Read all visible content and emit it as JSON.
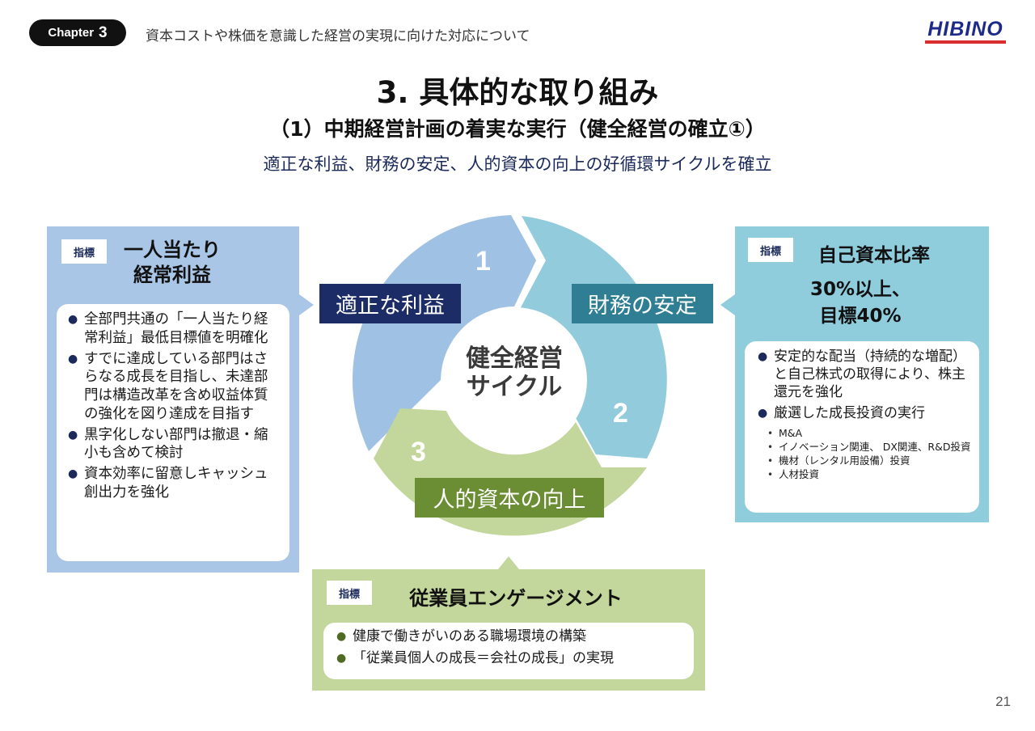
{
  "header": {
    "chapter_word": "Chapter",
    "chapter_number": "3",
    "section_text": "資本コストや株価を意識した経営の実現に向けた対応について",
    "logo": "HIBINO"
  },
  "title": "3.  具体的な取り組み",
  "subtitle": "（1）中期経営計画の着実な実行（健全経営の確立①）",
  "tagline": "適正な利益、財務の安定、人的資本の向上の好循環サイクルを確立",
  "cycle": {
    "center_line1": "健全経営",
    "center_line2": "サイクル",
    "segments": [
      {
        "number": "1",
        "label": "適正な利益"
      },
      {
        "number": "2",
        "label": "財務の安定"
      },
      {
        "number": "3",
        "label": "人的資本の向上"
      }
    ]
  },
  "left_panel": {
    "badge": "指標",
    "title_line1": "一人当たり",
    "title_line2": "経常利益",
    "bullets": [
      "全部門共通の「一人当たり経常利益」最低目標値を明確化",
      "すでに達成している部門はさらなる成長を目指し、未達部門は構造改革を含め収益体質の強化を図り達成を目指す",
      "黒字化しない部門は撤退・縮小も含めて検討",
      "資本効率に留意しキャッシュ創出力を強化"
    ]
  },
  "right_panel": {
    "badge": "指標",
    "title": "自己資本比率",
    "target_line1": "30%以上、",
    "target_line2": "目標40%",
    "bullets": [
      "安定的な配当（持続的な増配）と自己株式の取得により、株主還元を強化",
      "厳選した成長投資の実行"
    ],
    "sub_bullets": [
      "M&A",
      "イノベーション関連、 DX関連、R&D投資",
      "機材（レンタル用設備）投資",
      "人材投資"
    ]
  },
  "bottom_panel": {
    "badge": "指標",
    "title": "従業員エンゲージメント",
    "bullets": [
      "健康で働きがいのある職場環境の構築",
      "「従業員個人の成長＝会社の成長」の実現"
    ]
  },
  "colors": {
    "segment_1": "#9fc1e3",
    "segment_2": "#92ccdc",
    "segment_3": "#c3d69b",
    "label_1": "#1b2c66",
    "label_2": "#2f7e93",
    "label_3": "#6b8d33"
  },
  "page_number": "21"
}
